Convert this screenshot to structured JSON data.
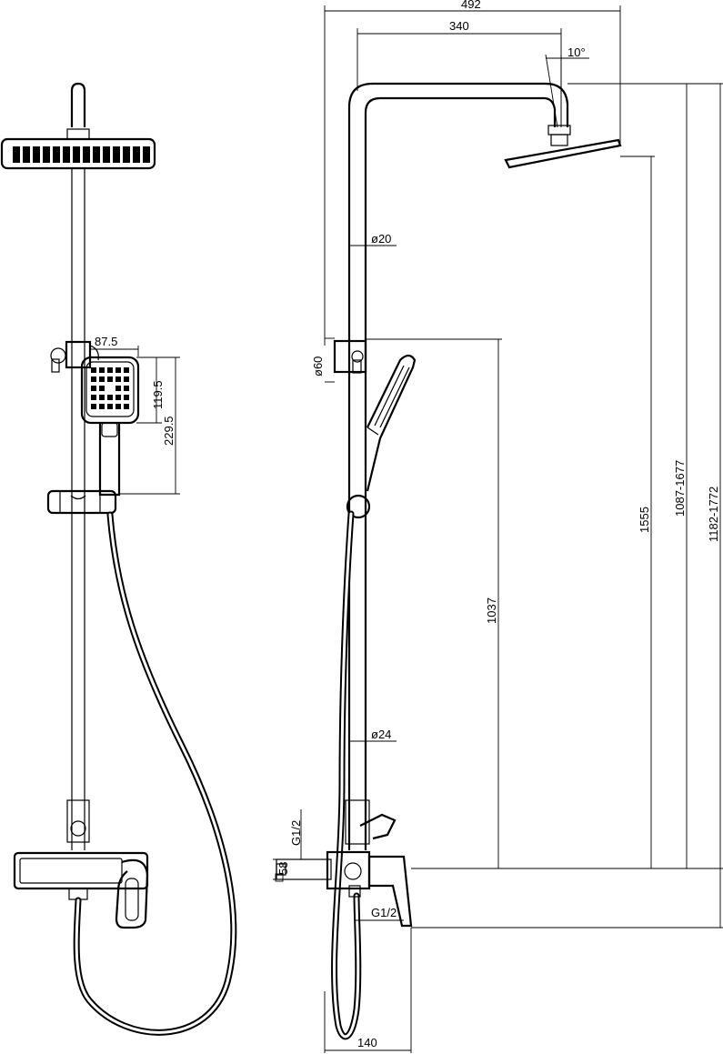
{
  "front_view": {
    "dim_handshower_width": "87.5",
    "dim_handshower_head_height": "119.5",
    "dim_handshower_total_height": "229.5"
  },
  "side_view": {
    "dim_total_width": "492",
    "dim_arm_reach": "340",
    "dim_head_tilt": "10°",
    "dim_upper_pipe_dia": "ø20",
    "dim_holder_dia": "ø60",
    "dim_lower_pipe_dia": "ø24",
    "dim_holder_height": "1037",
    "dim_head_height": "1555",
    "dim_outlet_range": "1087-1677",
    "dim_total_range": "1182-1772",
    "dim_inlet_thread": "G1/2",
    "dim_outlet_thread": "G1/2",
    "dim_wall_square": "58",
    "dim_depth": "140"
  }
}
